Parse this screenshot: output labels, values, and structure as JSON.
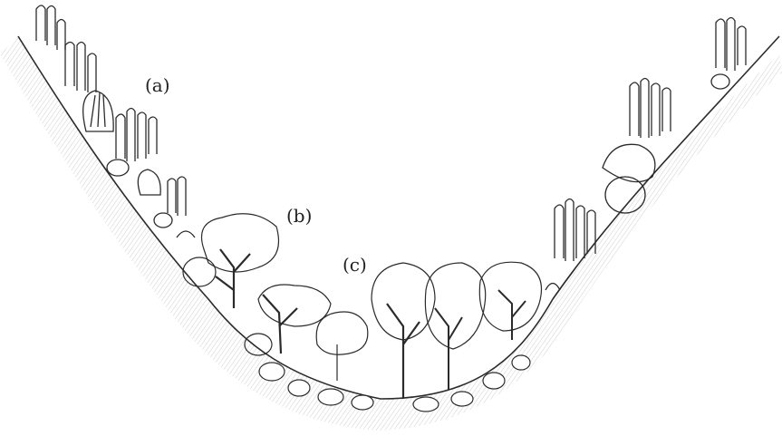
{
  "labels": {
    "a": "(a)",
    "b": "(b)",
    "c": "(c)"
  },
  "colors": {
    "ink": "#2b2b2b",
    "shade": "#d4d4d4",
    "background": "#ffffff"
  }
}
